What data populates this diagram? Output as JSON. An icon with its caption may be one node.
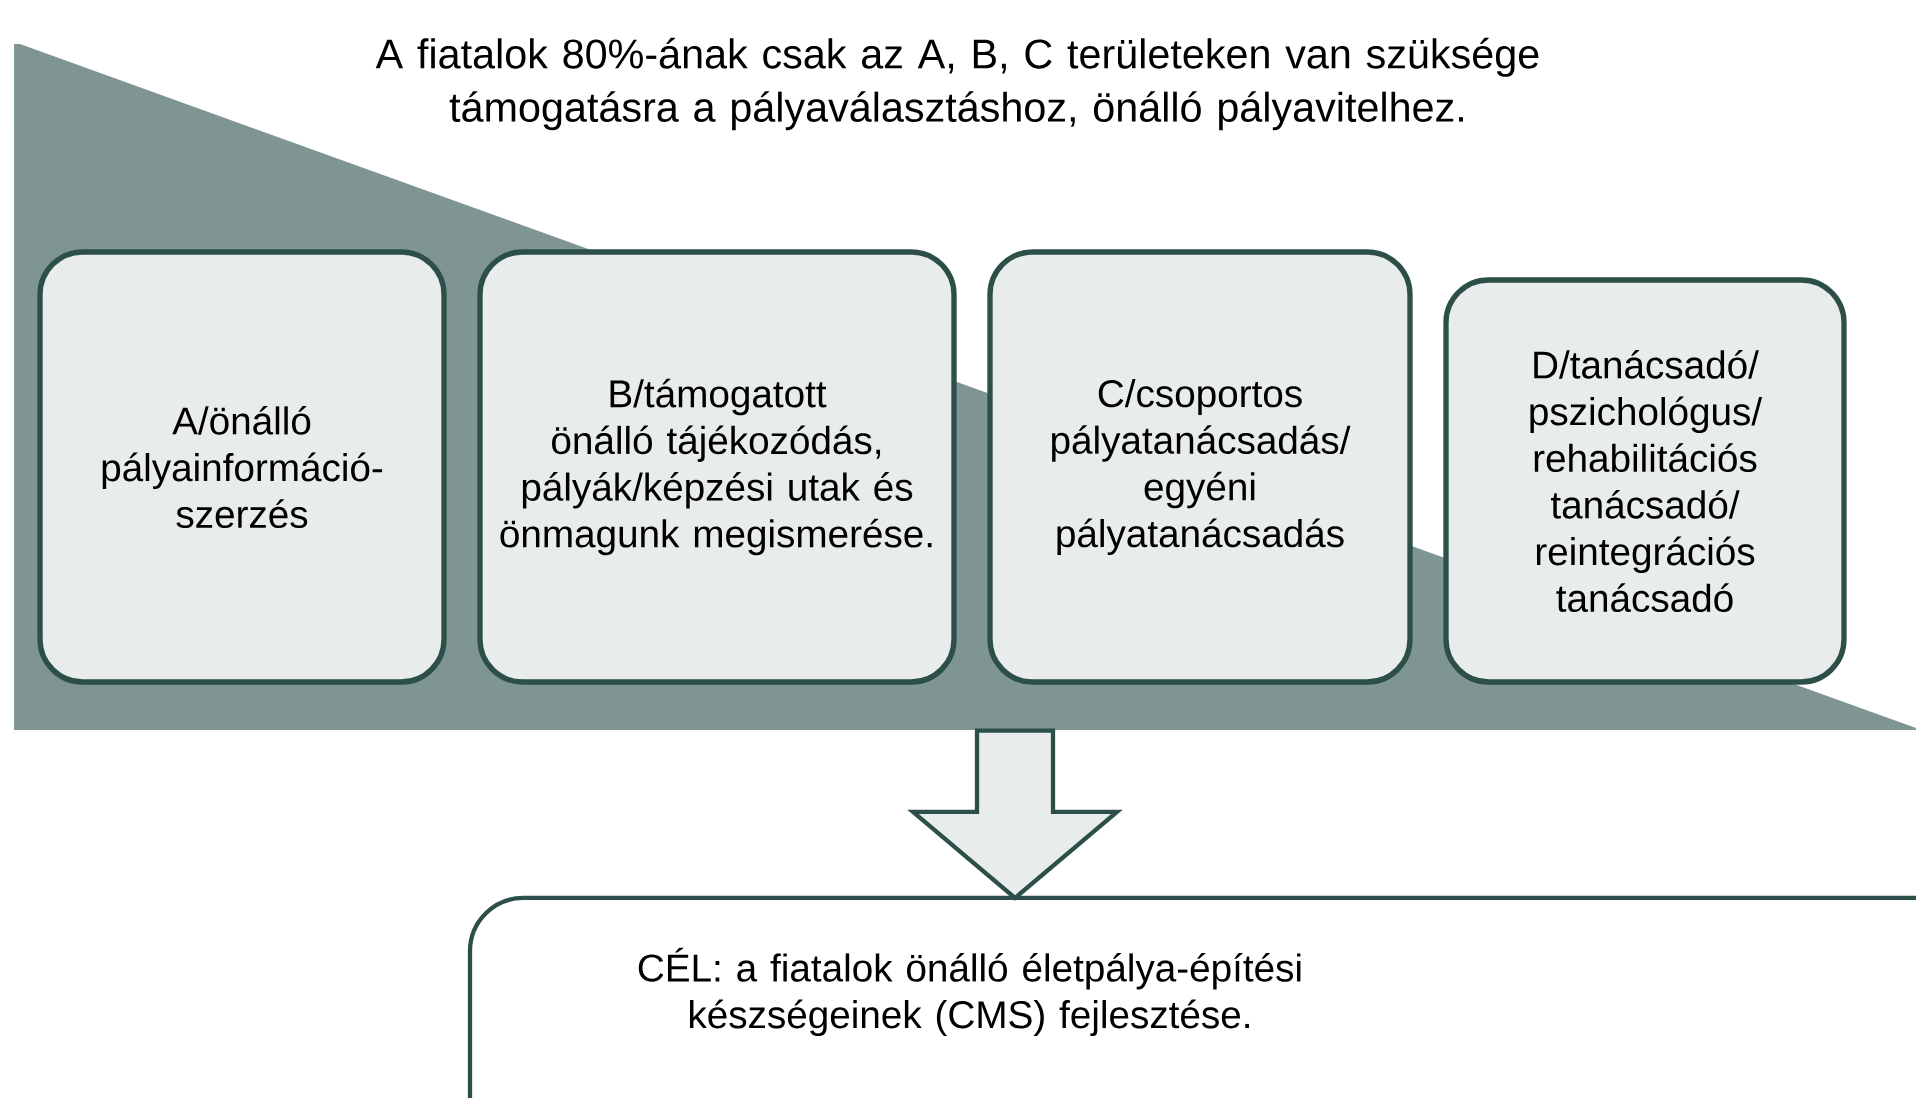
{
  "diagram": {
    "title": "A fiatalok 80%-ának csak az A, B, C területeken van szüksége támogatásra a pályaválasztáshoz, önálló pályavitelhez.",
    "nodes": [
      {
        "text": [],
        "shape": "band"
      },
      {
        "text": [
          "A/önálló pályainformáció-szerzés"
        ],
        "in": 0
      },
      {
        "text": [
          "B/támogatott önálló tájékozódás, pályák/képzési utak és önmagunk megismerése."
        ],
        "in": 0
      },
      {
        "text": [
          "C/csoportos pályatanácsadás/ egyéni pályatanácsadás"
        ],
        "in": 0
      },
      {
        "text": [
          "D/tanácsadó/ pszichológus/ rehabilitációs tanácsadó/ reintegrációs tanácsadó"
        ],
        "in": 0
      },
      {
        "text": [
          "CÉL: a fiatalok önálló életpálya-építési készségeinek (CMS) fejlesztése."
        ]
      }
    ],
    "edges": [
      {
        "from": 0,
        "to": 5,
        "arrow": "to"
      }
    ]
  }
}
